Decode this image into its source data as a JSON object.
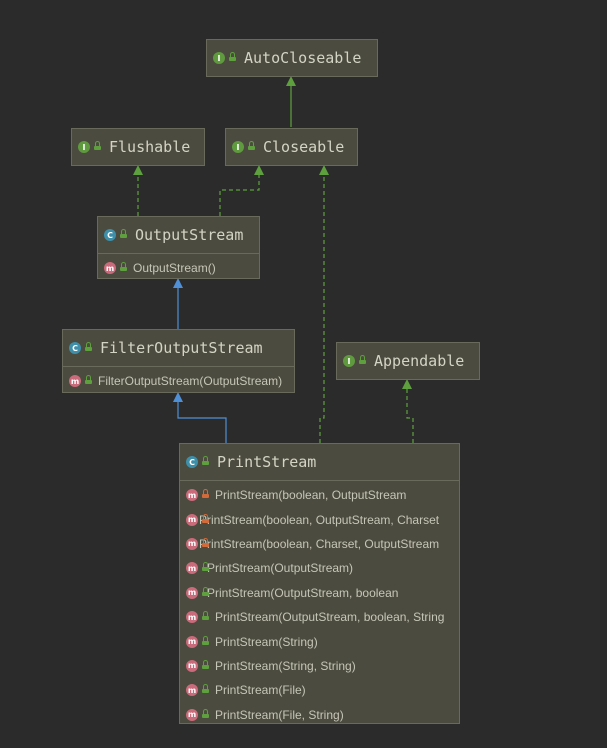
{
  "nodes": {
    "autocloseable": {
      "kind": "I",
      "name": "AutoCloseable",
      "visibility": "public"
    },
    "flushable": {
      "kind": "I",
      "name": "Flushable",
      "visibility": "public"
    },
    "closeable": {
      "kind": "I",
      "name": "Closeable",
      "visibility": "public"
    },
    "outputstream": {
      "kind": "C",
      "name": "OutputStream",
      "visibility": "public",
      "methods": [
        {
          "name": "OutputStream()",
          "visibility": "public"
        }
      ]
    },
    "filteroutputstream": {
      "kind": "C",
      "name": "FilterOutputStream",
      "visibility": "public",
      "methods": [
        {
          "name": "FilterOutputStream(OutputStream)",
          "visibility": "public"
        }
      ]
    },
    "appendable": {
      "kind": "I",
      "name": "Appendable",
      "visibility": "public"
    },
    "printstream": {
      "kind": "C",
      "name": "PrintStream",
      "visibility": "public",
      "methods": [
        {
          "name": "PrintStream(boolean, OutputStream",
          "visibility": "private"
        },
        {
          "name": "PrintStream(boolean, OutputStream, Charset",
          "visibility": "private"
        },
        {
          "name": "PrintStream(boolean, Charset, OutputStream",
          "visibility": "private"
        },
        {
          "name": "PrintStream(OutputStream)",
          "visibility": "public"
        },
        {
          "name": "PrintStream(OutputStream, boolean",
          "visibility": "public"
        },
        {
          "name": "PrintStream(OutputStream, boolean, String",
          "visibility": "public"
        },
        {
          "name": "PrintStream(String)",
          "visibility": "public"
        },
        {
          "name": "PrintStream(String, String)",
          "visibility": "public"
        },
        {
          "name": "PrintStream(File)",
          "visibility": "public"
        },
        {
          "name": "PrintStream(File, String)",
          "visibility": "public"
        }
      ]
    }
  },
  "colors": {
    "background": "#2b2b2b",
    "node_fill": "#4c4b3f",
    "node_border": "#6a6a5c",
    "implements_edge": "#5ea03e",
    "extends_edge": "#4f8fd6",
    "interface_badge": "#5f9a3f",
    "class_badge": "#3e8fa9",
    "method_badge": "#c96b7a"
  }
}
